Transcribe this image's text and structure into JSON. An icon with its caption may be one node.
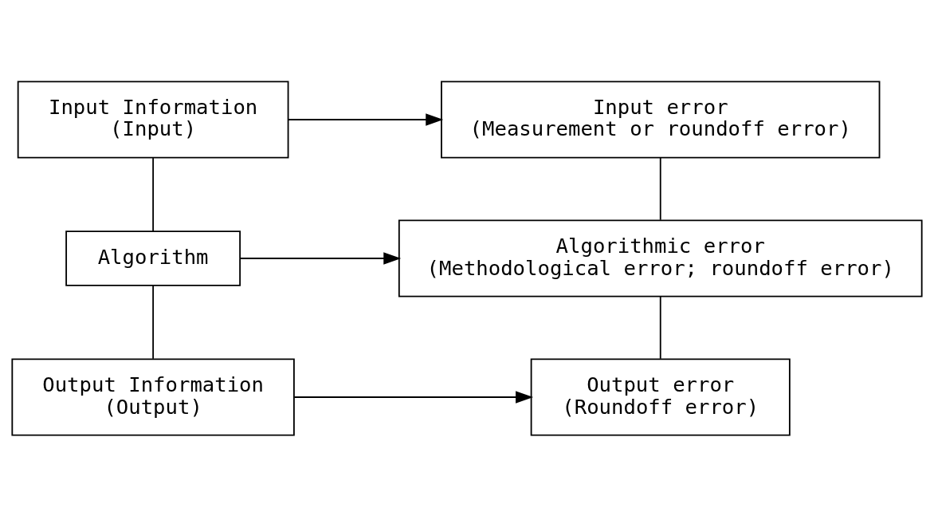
{
  "diagram": {
    "nodes": [
      {
        "text": [
          "Input Information",
          "(Input)"
        ]
      },
      {
        "text": [
          "Input error",
          "(Measurement or roundoff error)"
        ]
      },
      {
        "text": [
          "Algorithm"
        ]
      },
      {
        "text": [
          "Algorithmic error",
          "(Methodological error; roundoff error)"
        ]
      },
      {
        "text": [
          "Output Information",
          "(Output)"
        ]
      },
      {
        "text": [
          "Output error",
          "(Roundoff error)"
        ]
      }
    ],
    "edges": [
      {
        "from": 0,
        "to": 1,
        "arrow": "to"
      },
      {
        "from": 0,
        "to": 2,
        "arrow": "none"
      },
      {
        "from": 1,
        "to": 3,
        "arrow": "none"
      },
      {
        "from": 2,
        "to": 3,
        "arrow": "to"
      },
      {
        "from": 2,
        "to": 4,
        "arrow": "none"
      },
      {
        "from": 3,
        "to": 5,
        "arrow": "none"
      },
      {
        "from": 4,
        "to": 5,
        "arrow": "to"
      }
    ]
  }
}
